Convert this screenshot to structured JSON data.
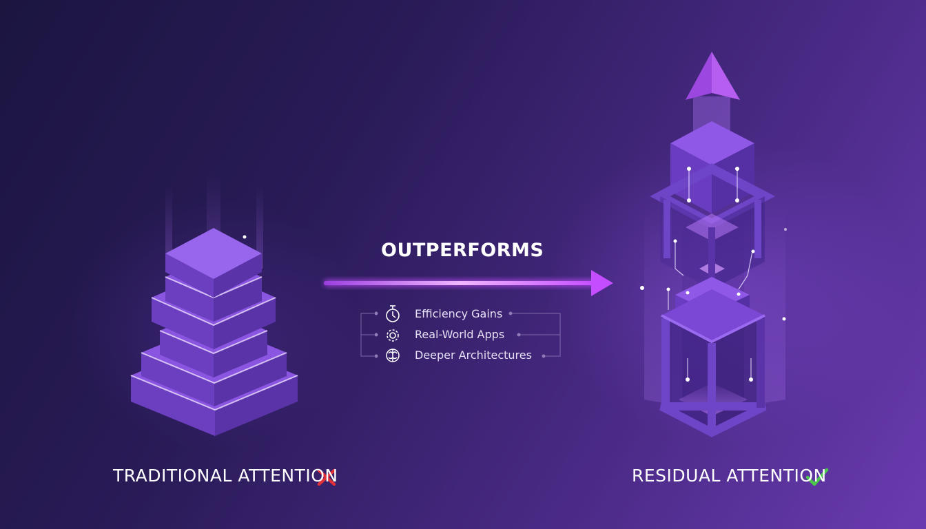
{
  "traditional": {
    "label": "TRADITIONAL ATTENTION",
    "status_icon": "cross-icon",
    "status_color": "#e0303a"
  },
  "residual": {
    "label": "RESIDUAL ATTENTION",
    "status_icon": "check-icon",
    "status_color": "#4cc94c"
  },
  "comparison": {
    "title": "OUTPERFORMS",
    "arrow_color": "#c44dff",
    "benefits": [
      {
        "label": "Efficiency Gains",
        "icon": "stopwatch-icon"
      },
      {
        "label": "Real-World Apps",
        "icon": "gear-icon"
      },
      {
        "label": "Deeper Architectures",
        "icon": "brain-icon"
      }
    ]
  },
  "colors": {
    "background_dark": "#1b1540",
    "background_light": "#6a3bb0",
    "block_top": "#8a55e0",
    "block_left": "#6b3fc0",
    "block_right": "#5a33a8"
  }
}
